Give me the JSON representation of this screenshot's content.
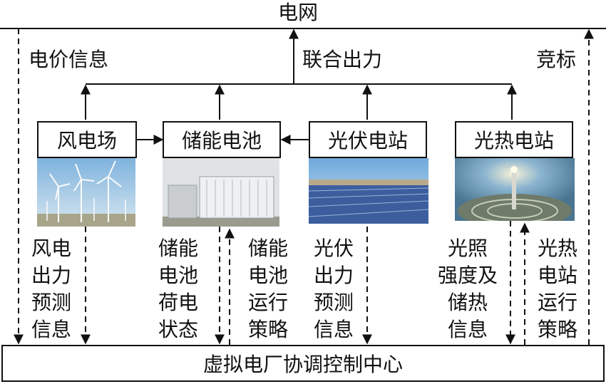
{
  "grid_label": "电网",
  "price_info": "电价信息",
  "joint_output": "联合出力",
  "bidding": "竞标",
  "nodes": {
    "wind": "风电场",
    "storage": "储能电池",
    "pv": "光伏电站",
    "csp": "光热电站"
  },
  "signals": {
    "wind_forecast": "风电\n出力\n预测\n信息",
    "storage_soc": "储能\n电池\n荷电\n状态",
    "storage_strategy": "储能\n电池\n运行\n策略",
    "pv_forecast": "光伏\n出力\n预测\n信息",
    "csp_info": "光照\n强度及\n储热\n信息",
    "csp_strategy": "光热\n电站\n运行\n策略"
  },
  "control_center": "虚拟电厂协调控制中心"
}
